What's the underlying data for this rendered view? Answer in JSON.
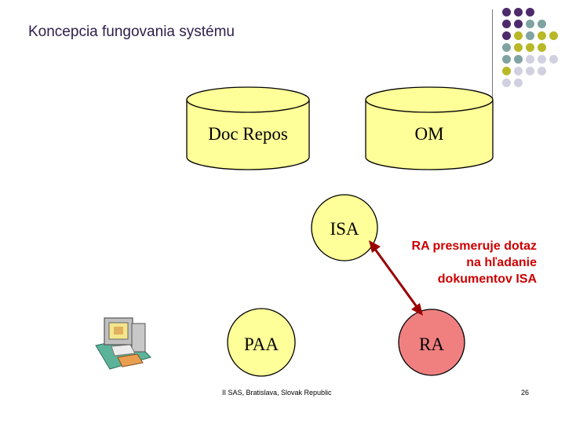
{
  "title": "Koncepcia fungovania systému",
  "nodes": {
    "doc_repos": "Doc Repos",
    "om": "OM",
    "isa": "ISA",
    "paa": "PAA",
    "ra": "RA"
  },
  "note_lines": [
    "RA presmeruje dotaz",
    "na hľadanie",
    "dokumentov ISA"
  ],
  "footer": {
    "source": "II SAS, Bratislava, Slovak Republic",
    "page": "26"
  },
  "colors": {
    "node_fill": "#ffff99",
    "ra_fill": "#f08080",
    "arrow": "#990000",
    "note": "#cc0000",
    "dot_purple": "#4d2a6b",
    "dot_teal": "#7fa3a0",
    "dot_olive": "#b8b828",
    "dot_lavender": "#d0d0e0"
  },
  "icons": {
    "computer": "user-computer-icon",
    "arrow": "double-headed-arrow"
  }
}
